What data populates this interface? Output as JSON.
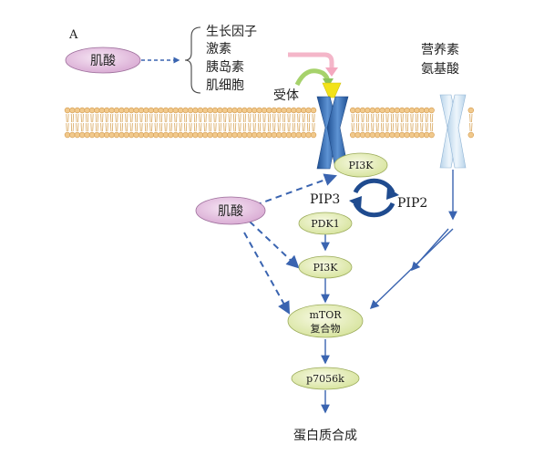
{
  "panel_label": "A",
  "creatine_top": "肌酸",
  "creatine_mid": "肌酸",
  "stimuli": [
    "生长因子",
    "激素",
    "胰岛素",
    "肌细胞"
  ],
  "receptor_label": "受体",
  "nutrients": [
    "营养素",
    "氨基酸"
  ],
  "pip3": "PIP3",
  "pip2": "PIP2",
  "nodes": {
    "pi3k_top": "PI3K",
    "pdk1": "PDK1",
    "pi3k_mid": "PI3K",
    "mtor_line1": "mTOR",
    "mtor_line2": "复合物",
    "p70": "p7056k"
  },
  "outcome": "蛋白质合成",
  "colors": {
    "creatine_fill": "#e7c5e3",
    "node_fill": "#e8efbe",
    "arrow_blue": "#3a64b0",
    "membrane_tan": "#f1c98c",
    "receptor_blue": "#3b74b8",
    "ligand_yellow": "#f2e21a",
    "ligand_arrow_green": "#a6d26b",
    "ligand_arrow_pink": "#f4b6c9"
  }
}
